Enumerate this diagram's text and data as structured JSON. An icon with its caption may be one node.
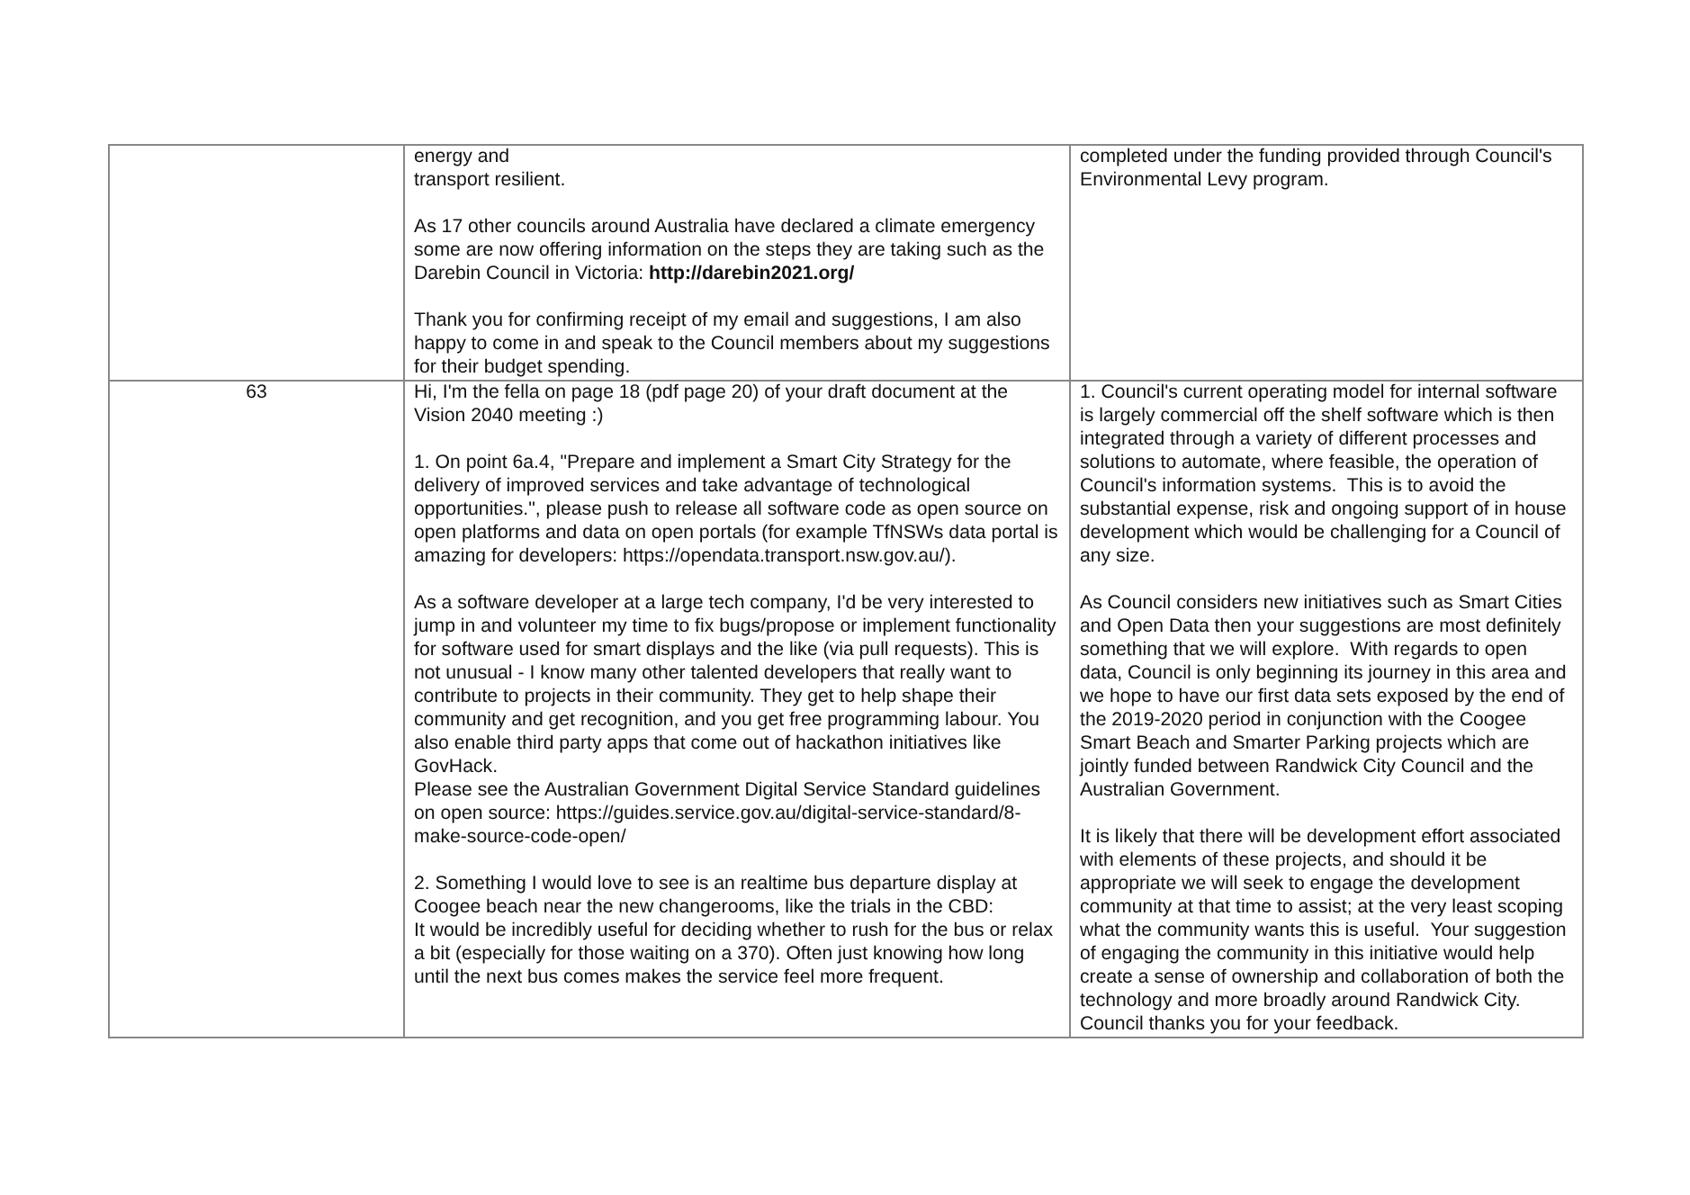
{
  "diagram": {
    "labels": [
      "energy and",
      "transport resilient.",
      "As 17 other councils around Australia have declared a climate emergency some are now offering information on the steps they are taking such as the Darebin Council in Victoria: **http://darebin2021.org/**",
      "Thank you for confirming receipt of my email and suggestions, I am also happy to come in and speak to the Council members about my suggestions for their budget spending.",
      "completed under the funding provided through Council's Environmental Levy program.",
      "63",
      "Hi, I'm the fella on page 18 (pdf page 20) of your draft document at the Vision 2040 meeting :)",
      "1. On point 6a.4, \"Prepare and implement a Smart City Strategy for the delivery of improved services and take advantage of technological opportunities.\", please push to release all software code as open source on open platforms and data on open portals (for example TfNSWs data portal is amazing for developers: https://opendata.transport.nsw.gov.au/).",
      "As a software developer at a large tech company, I'd be very interested to jump in and volunteer my time to fix bugs/propose or implement functionality for software used for smart displays and the like (via pull requests). This is not unusual - I know many other talented developers that really want to contribute to projects in their community. They get to help shape their community and get recognition, and you get free programming labour. You also enable third party apps that come out of hackathon initiatives like GovHack.",
      "Please see the Australian Government Digital Service Standard guidelines on open source: https://guides.service.gov.au/digital-service-standard/8-make-source-code-open/",
      "2. Something I would love to see is an realtime bus departure display at Coogee beach near the new changerooms, like the trials in the CBD:",
      "It would be incredibly useful for deciding whether to rush for the bus or relax a bit (especially for those waiting on a 370). Often just knowing how long until the next bus comes makes the service feel more frequent.",
      "1. Council's current operating model for internal software is largely commercial off the shelf software which is then integrated through a variety of different processes and solutions to automate, where feasible, the operation of Council's information systems.  This is to avoid the substantial expense, risk and ongoing support of in house development which would be challenging for a Council of any size.",
      "As Council considers new initiatives such as Smart Cities and Open Data then your suggestions are most definitely something that we will explore.  With regards to open data, Council is only beginning its journey in this area and we hope to have our first data sets exposed by the end of the 2019-2020 period in conjunction with the Coogee Smart Beach and Smarter Parking projects which are jointly funded between Randwick City Council and the Australian Government.",
      "It is likely that there will be development effort associated with elements of these projects, and should it be appropriate we will seek to engage the development community at that time to assist; at the very least scoping what the community wants this is useful.  Your suggestion of engaging the community in this initiative would help create a sense of ownership and collaboration of both the technology and more broadly around Randwick City.  Council thanks you for your feedback."
    ]
  }
}
